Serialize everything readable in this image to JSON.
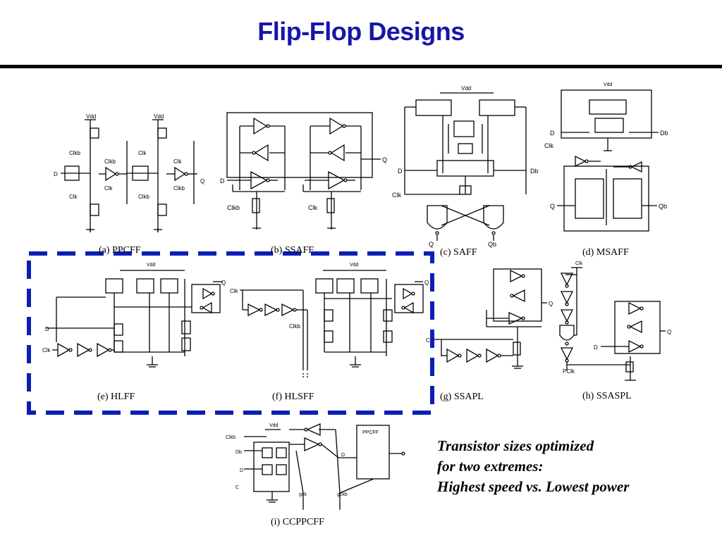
{
  "slide": {
    "title": "Flip-Flop Designs",
    "note_lines": [
      "Transistor sizes optimized",
      "for two extremes:",
      "Highest speed vs. Lowest power"
    ]
  },
  "captions": {
    "a": "(a) PPCFF",
    "b": "(b) SSAFF",
    "c": "(c) SAFF",
    "d": "(d) MSAFF",
    "e": "(e) HLFF",
    "f": "(f) HLSFF",
    "g": "(g) SSAPL",
    "h": "(h) SSASPL",
    "i": "(i) CCPPCFF"
  },
  "labels": {
    "vdd": "Vdd",
    "clk": "Clk",
    "clkb": "Clkb",
    "d": "D",
    "q": "Q",
    "db": "Db",
    "qb": "Qb",
    "pclk": "PClk",
    "gck": "gck",
    "gckb": "gckb",
    "ppcff_box": "PPCFF",
    "c_label": "C",
    "c_tick": "C"
  },
  "colors": {
    "title": "#1616a8",
    "highlight_box": "#0b1fb4",
    "ink": "#000000"
  }
}
